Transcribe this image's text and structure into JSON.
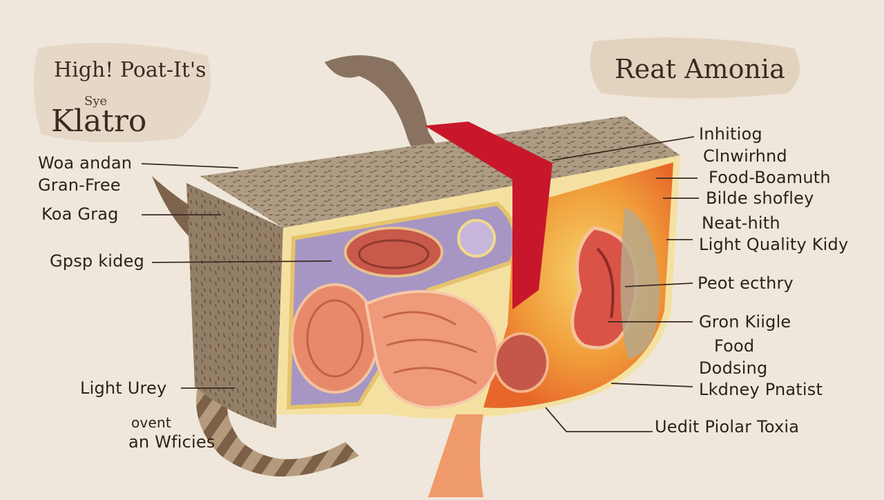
{
  "titles": {
    "top_left_line1": "High! Poat-It's",
    "top_left_small": "Sye",
    "top_left_large": "Klatro",
    "top_right": "Reat Amonia"
  },
  "left_labels": [
    "Woa andan",
    "Gran-Free",
    "Koa Grag",
    "Gpsp kideg",
    "Light Urey",
    "ovent",
    "an Wficies"
  ],
  "right_labels": [
    "Inhitiog",
    "Clnwirhnd",
    "Food-Boamuth",
    "Bilde shofley",
    "Neat-hith",
    "Light Quality Kidy",
    "Peot ecthry",
    "Gron Kiigle",
    "Food",
    "Dodsing",
    "Lkdney Pnatist",
    "Uedit Piolar Toxia"
  ],
  "colors": {
    "background": "#efe7db",
    "box_texture": "#a9977f",
    "box_side": "#8f7d66",
    "red_band": "#c8172b",
    "organ_purple": "#9f8fc0",
    "organ_yellow": "#f3c05a",
    "organ_orange": "#e8742e",
    "kidney_red": "#b84a3a"
  }
}
